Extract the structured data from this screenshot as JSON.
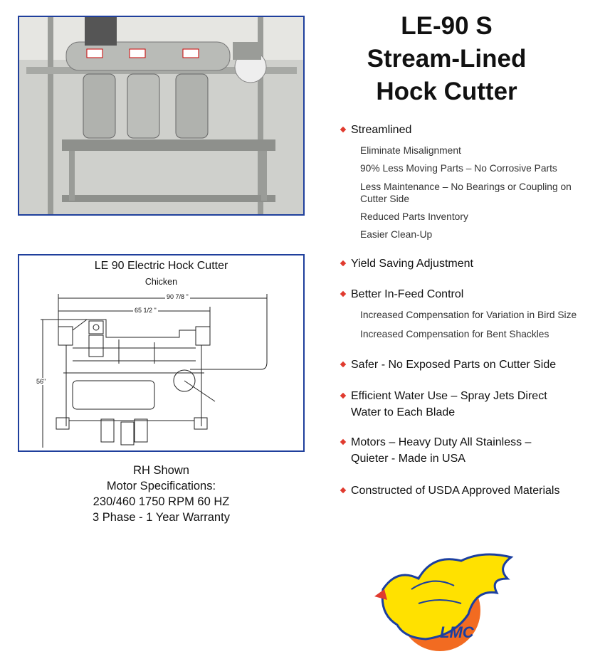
{
  "title": {
    "line1": "LE-90 S",
    "line2": "Stream-Lined",
    "line3": "Hock Cutter"
  },
  "diagram": {
    "title": "LE 90 Electric Hock Cutter",
    "subtitle": "Chicken",
    "dim_width_total": "90 7/8 \"",
    "dim_width_frame": "65 1/2 \"",
    "dim_height": "56\""
  },
  "caption": {
    "line1": "RH Shown",
    "line2": "Motor Specifications:",
    "line3": "230/460 1750 RPM  60 HZ",
    "line4": "3 Phase - 1 Year Warranty"
  },
  "features": [
    {
      "label": "Streamlined",
      "subs": [
        "Eliminate Misalignment",
        "90% Less Moving Parts – No Corrosive Parts",
        "Less Maintenance – No Bearings or Coupling on Cutter Side",
        "Reduced Parts Inventory",
        "Easier Clean-Up"
      ]
    },
    {
      "label": "Yield Saving Adjustment"
    },
    {
      "label": "Better In-Feed Control",
      "subs": [
        "Increased Compensation for Variation in Bird Size",
        "Increased Compensation for Bent Shackles"
      ]
    },
    {
      "label": "Safer - No Exposed Parts on Cutter Side"
    },
    {
      "label": "Efficient Water Use – Spray Jets Direct Water to Each Blade"
    },
    {
      "label": "Motors – Heavy Duty All Stainless – Quieter - Made in USA"
    },
    {
      "label": "Constructed of USDA Approved Materials"
    }
  ],
  "logo": {
    "text": "LMC"
  },
  "colors": {
    "border": "#1f3f9c",
    "bullet": "#e03a2e",
    "logo_orange": "#f26b21",
    "logo_yellow": "#ffe100",
    "logo_blue": "#1b3fa0"
  }
}
